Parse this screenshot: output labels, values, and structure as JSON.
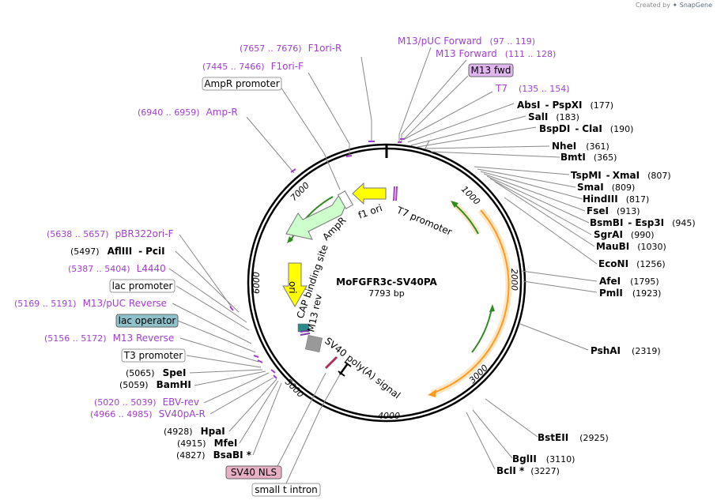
{
  "watermark": {
    "prefix": "Created by",
    "brand": "SnapGene"
  },
  "plasmid": {
    "name": "MoFGFR3c-SV40PA",
    "length_label": "7793 bp",
    "length": 7793
  },
  "ticks": [
    "1000",
    "2000",
    "3000",
    "4000",
    "5000",
    "6000",
    "7000"
  ],
  "primers": [
    {
      "name": "F1ori-R",
      "range": "(7657 .. 7676)"
    },
    {
      "name": "F1ori-F",
      "range": "(7445 .. 7466)"
    },
    {
      "name": "Amp-R",
      "range": "(6940 .. 6959)"
    },
    {
      "name": "M13/pUC Forward",
      "range": "(97 .. 119)"
    },
    {
      "name": "M13 Forward",
      "range": "(111 .. 128)"
    },
    {
      "name": "T7",
      "range": "(135 .. 154)"
    },
    {
      "name": "pBR322ori-F",
      "range": "(5638 .. 5657)"
    },
    {
      "name": "L4440",
      "range": "(5387 .. 5404)"
    },
    {
      "name": "M13/pUC Reverse",
      "range": "(5169 .. 5191)"
    },
    {
      "name": "M13 Reverse",
      "range": "(5156 .. 5172)"
    },
    {
      "name": "EBV-rev",
      "range": "(5020 .. 5039)"
    },
    {
      "name": "SV40pA-R",
      "range": "(4966 .. 4985)"
    }
  ],
  "boxed_features": {
    "ampr_promoter": "AmpR promoter",
    "m13_fwd": "M13 fwd",
    "lac_promoter": "lac promoter",
    "lac_operator": "lac operator",
    "t3_promoter": "T3 promoter",
    "sv40_nls": "SV40 NLS",
    "small_t_intron": "small t intron"
  },
  "right_sites": [
    {
      "a": "AbsI",
      "b": "PspXI",
      "pos": "(177)"
    },
    {
      "a": "SalI",
      "pos": "(183)"
    },
    {
      "a": "BspDI",
      "b": "ClaI",
      "pos": "(190)"
    },
    {
      "a": "NheI",
      "pos": "(361)"
    },
    {
      "a": "BmtI",
      "pos": "(365)"
    },
    {
      "a": "TspMI",
      "b": "XmaI",
      "pos": "(807)"
    },
    {
      "a": "SmaI",
      "pos": "(809)"
    },
    {
      "a": "HindIII",
      "pos": "(817)"
    },
    {
      "a": "FseI",
      "pos": "(913)"
    },
    {
      "a": "BsmBI",
      "b": "Esp3I",
      "pos": "(945)"
    },
    {
      "a": "SgrAI",
      "pos": "(990)"
    },
    {
      "a": "MauBI",
      "pos": "(1030)"
    },
    {
      "a": "EcoNI",
      "pos": "(1256)"
    },
    {
      "a": "AfeI",
      "pos": "(1795)"
    },
    {
      "a": "PmlI",
      "pos": "(1923)"
    },
    {
      "a": "PshAI",
      "pos": "(2319)"
    },
    {
      "a": "BstEII",
      "pos": "(2925)"
    },
    {
      "a": "BglII",
      "pos": "(3110)"
    },
    {
      "a": "BclI *",
      "pos": "(3227)"
    }
  ],
  "left_sites": [
    {
      "pos": "(5497)",
      "a": "AflIII",
      "b": "PciI"
    },
    {
      "pos": "(5065)",
      "a": "SpeI"
    },
    {
      "pos": "(5059)",
      "a": "BamHI"
    },
    {
      "pos": "(4928)",
      "a": "HpaI"
    },
    {
      "pos": "(4915)",
      "a": "MfeI"
    },
    {
      "pos": "(4827)",
      "a": "BsaBI *"
    }
  ],
  "map_features": {
    "f1_ori": "f1 ori",
    "t7_promoter": "T7 promoter",
    "ampr": "AmpR",
    "ori": "ori",
    "cap_binding_site": "CAP binding site",
    "m13_rev": "M13 rev",
    "sv40_polya": "SV40 poly(A) signal"
  },
  "colors": {
    "primer": "#a03fd0",
    "yellow_feature": "#ffff00",
    "ampr_fill": "#ccffcc",
    "m13_fwd_fill": "#e0b5f0",
    "lac_operator_fill": "#8fc1cc",
    "sv40_nls_fill": "#e7b0c4",
    "orf_green": "#2e8b1e",
    "orf_orange": "#ff9a1e"
  }
}
